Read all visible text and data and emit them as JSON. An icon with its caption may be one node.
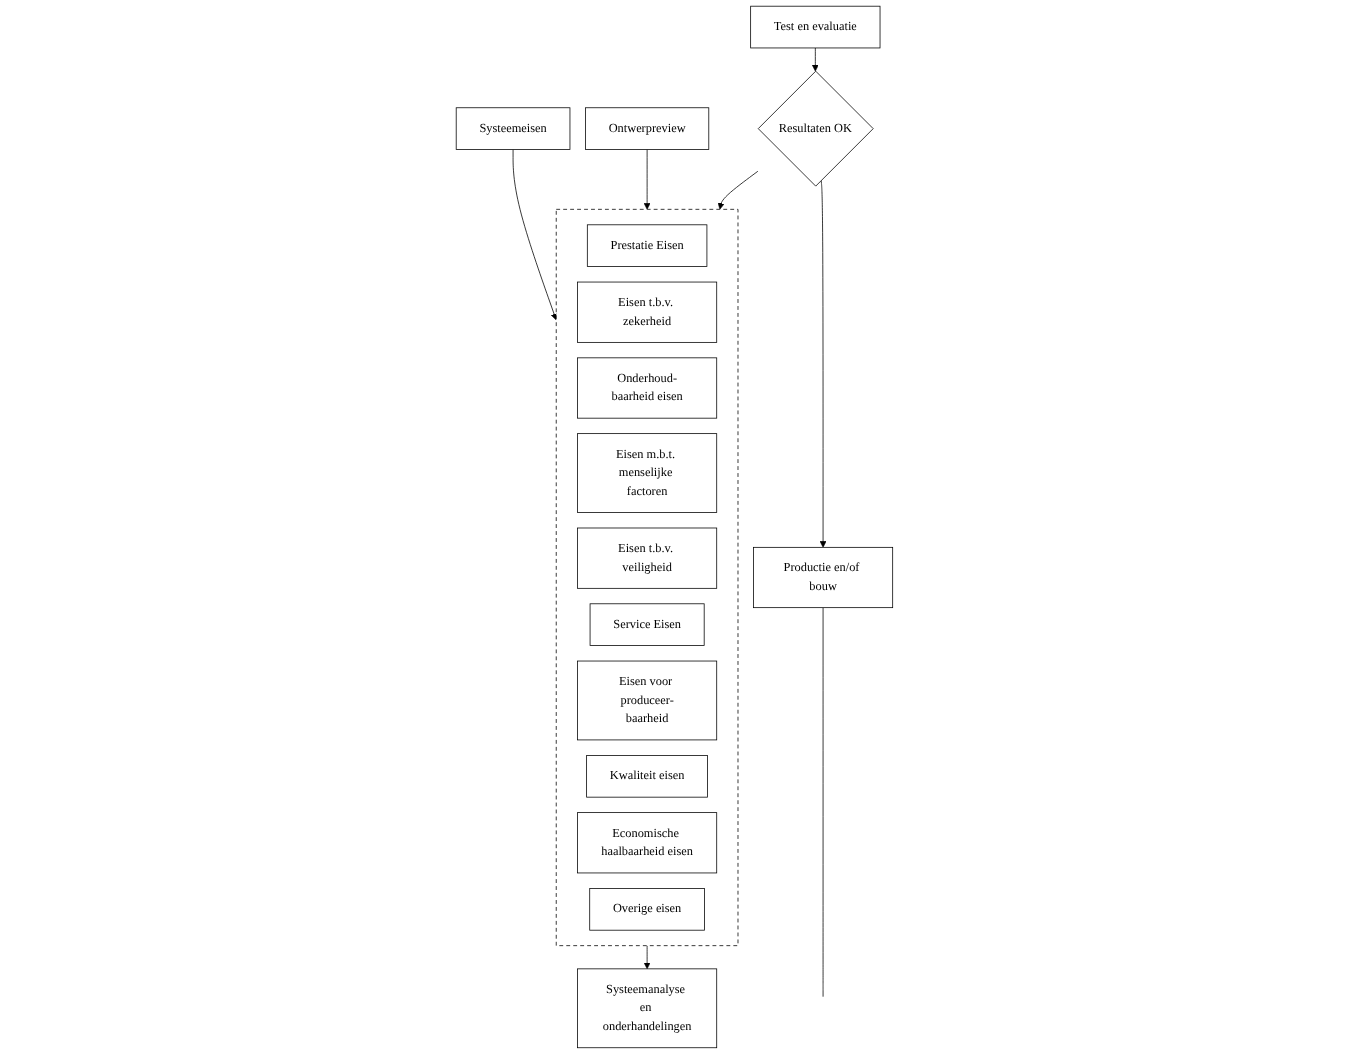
{
  "diagram": {
    "nodes": [
      {
        "text": [
          "Systeemeisen"
        ]
      },
      {
        "text": [],
        "shape": "box"
      },
      {
        "text": [
          "Prestatie Eisen"
        ],
        "in": 1
      },
      {
        "text": [
          "Eisen t.b.v. zekerheid"
        ],
        "in": 1
      },
      {
        "text": [
          "Onderhoud-baarheid eisen"
        ],
        "in": 1
      },
      {
        "text": [
          "Eisen m.b.t. menselijke factoren"
        ],
        "in": 1
      },
      {
        "text": [
          "Eisen t.b.v. veiligheid"
        ],
        "in": 1
      },
      {
        "text": [
          "Service Eisen"
        ],
        "in": 1
      },
      {
        "text": [
          "Eisen voor produceer-baarheid"
        ],
        "in": 1
      },
      {
        "text": [
          "Kwaliteit eisen"
        ],
        "in": 1
      },
      {
        "text": [
          "Economische haalbaarheid eisen"
        ],
        "in": 1
      },
      {
        "text": [
          "Overige eisen"
        ],
        "in": 1
      },
      {
        "text": [
          "Systeemanalyse en onderhandelingen"
        ]
      },
      {
        "text": [
          "Ontwerpreview"
        ]
      },
      {
        "text": [
          "Test en evaluatie"
        ]
      },
      {
        "text": [
          "Resultaten OK"
        ]
      },
      {
        "text": [
          "Productie en/of bouw"
        ]
      }
    ],
    "edges": [
      {
        "from": 0,
        "to": 1,
        "arrow": "to"
      },
      {
        "from": 1,
        "to": 12,
        "arrow": "to"
      },
      {
        "from": 14,
        "to": 15,
        "arrow": "to"
      },
      {
        "from": 15,
        "to": 16,
        "arrow": "to"
      },
      {
        "from": 15,
        "to": 1,
        "arrow": "to"
      },
      {
        "from": 13,
        "to": 1,
        "arrow": "to"
      },
      {
        "from": 16,
        "to": null,
        "arrow": "none"
      }
    ]
  }
}
